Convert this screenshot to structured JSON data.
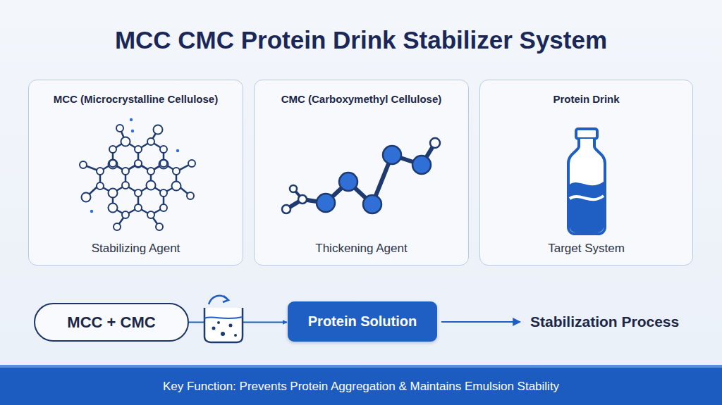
{
  "diagram": {
    "title": "MCC CMC Protein Drink Stabilizer System",
    "nodes": [
      {
        "text": [
          "MCC (Microcrystalline Cellulose)",
          "Stabilizing Agent"
        ]
      },
      {
        "text": [
          "CMC (Carboxymethyl Cellulose)",
          "Thickening Agent"
        ]
      },
      {
        "text": [
          "Protein Drink",
          "Target System"
        ]
      },
      {
        "text": [
          "MCC + CMC"
        ]
      },
      {
        "text": [
          "Protein Solution"
        ]
      },
      {
        "text": [
          "Key Function: Prevents Protein Aggregation & Maintains Emulsion Stability"
        ]
      }
    ],
    "edges": [
      {
        "from": 3,
        "to": 4,
        "arrow": "to"
      }
    ],
    "labels": [
      "Stabilization Process"
    ]
  }
}
